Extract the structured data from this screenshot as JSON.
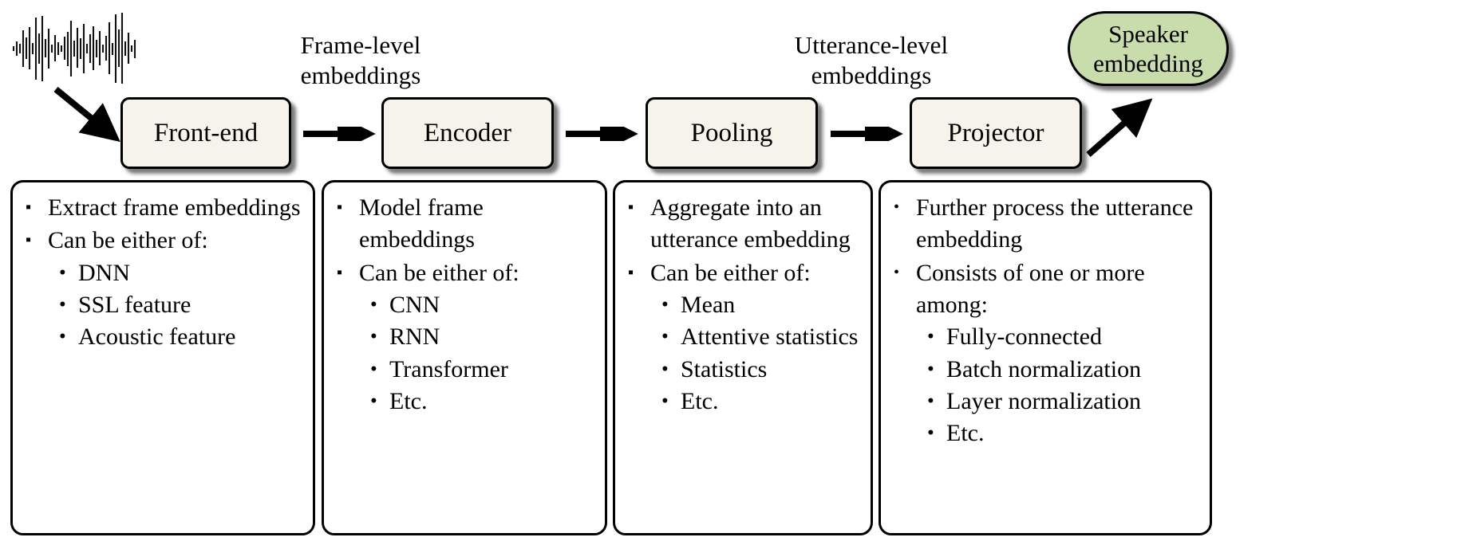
{
  "figure": {
    "kind": "speaker-embedding-pipeline-diagram",
    "input_icon": "audio-waveform-icon",
    "colors": {
      "process_box_fill": "#F6F3EA",
      "speaker_pill_fill": "#C8DCAC",
      "stroke": "#000000",
      "page_background": "#FFFFFF"
    }
  },
  "flow": {
    "stages": [
      {
        "id": "front-end",
        "label": "Front-end"
      },
      {
        "id": "encoder",
        "label": "Encoder"
      },
      {
        "id": "pooling",
        "label": "Pooling"
      },
      {
        "id": "projector",
        "label": "Projector"
      }
    ],
    "edge_labels": [
      {
        "id": "frame-level",
        "text": "Frame-level\nembeddings"
      },
      {
        "id": "utterance-level",
        "text": "Utterance-level\nembeddings"
      }
    ],
    "output": {
      "id": "speaker-embedding",
      "line1": "Speaker",
      "line2": "embedding"
    }
  },
  "bullets": {
    "square": "▪",
    "round": "•"
  },
  "descriptions": [
    {
      "for": "front-end",
      "items": [
        {
          "bullet": "square",
          "text": "Extract frame embeddings"
        },
        {
          "bullet": "square",
          "text": "Can be either of:",
          "children": [
            {
              "bullet": "round",
              "text": "DNN"
            },
            {
              "bullet": "round",
              "text": "SSL feature"
            },
            {
              "bullet": "round",
              "text": "Acoustic feature"
            }
          ]
        }
      ]
    },
    {
      "for": "encoder",
      "items": [
        {
          "bullet": "square",
          "text": "Model frame embeddings"
        },
        {
          "bullet": "square",
          "text": "Can be either of:",
          "children": [
            {
              "bullet": "round",
              "text": "CNN"
            },
            {
              "bullet": "round",
              "text": "RNN"
            },
            {
              "bullet": "round",
              "text": "Transformer"
            },
            {
              "bullet": "round",
              "text": "Etc."
            }
          ]
        }
      ]
    },
    {
      "for": "pooling",
      "items": [
        {
          "bullet": "square",
          "text": "Aggregate into an utterance embedding"
        },
        {
          "bullet": "square",
          "text": "Can be either of:",
          "children": [
            {
              "bullet": "round",
              "text": "Mean"
            },
            {
              "bullet": "round",
              "text": "Attentive statistics"
            },
            {
              "bullet": "round",
              "text": "Statistics"
            },
            {
              "bullet": "round",
              "text": "Etc."
            }
          ]
        }
      ]
    },
    {
      "for": "projector",
      "items": [
        {
          "bullet": "round",
          "text": "Further process the utterance embedding"
        },
        {
          "bullet": "round",
          "text": "Consists of one or more among:",
          "children": [
            {
              "bullet": "round",
              "text": "Fully-connected"
            },
            {
              "bullet": "round",
              "text": "Batch normalization"
            },
            {
              "bullet": "round",
              "text": "Layer normalization"
            },
            {
              "bullet": "round",
              "text": "Etc."
            }
          ]
        }
      ]
    }
  ]
}
